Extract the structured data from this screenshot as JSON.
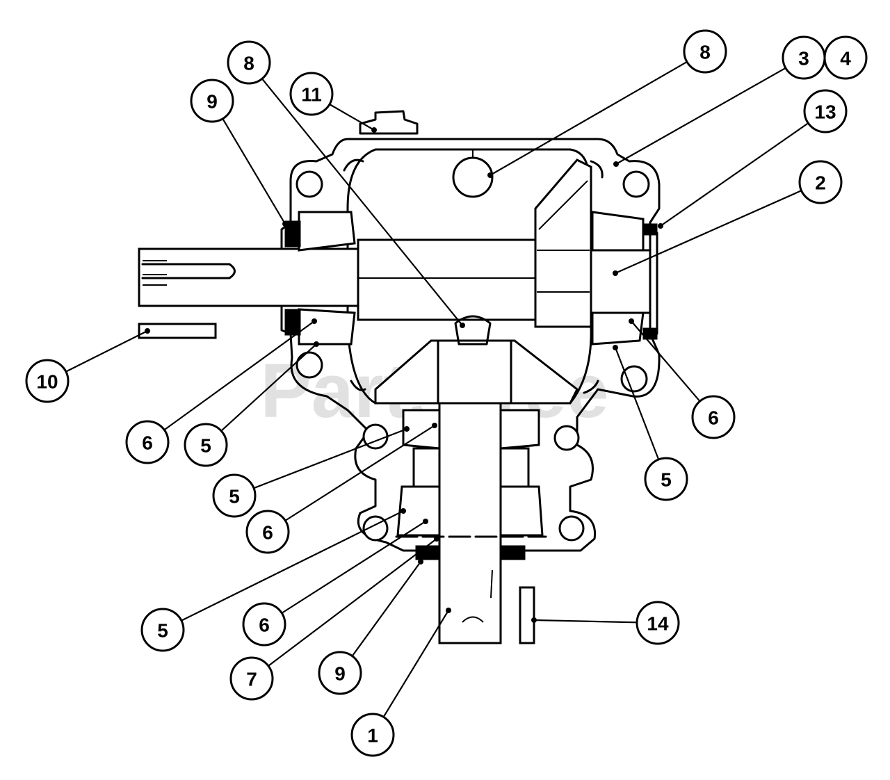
{
  "watermark": "PartsTree",
  "callouts": [
    {
      "label": "8"
    },
    {
      "label": "8"
    },
    {
      "label": "3"
    },
    {
      "label": "4"
    },
    {
      "label": "11"
    },
    {
      "label": "9"
    },
    {
      "label": "13"
    },
    {
      "label": "2"
    },
    {
      "label": "10"
    },
    {
      "label": "6"
    },
    {
      "label": "5"
    },
    {
      "label": "6"
    },
    {
      "label": "5"
    },
    {
      "label": "5"
    },
    {
      "label": "6"
    },
    {
      "label": "5"
    },
    {
      "label": "6"
    },
    {
      "label": "14"
    },
    {
      "label": "7"
    },
    {
      "label": "9"
    },
    {
      "label": "1"
    }
  ]
}
